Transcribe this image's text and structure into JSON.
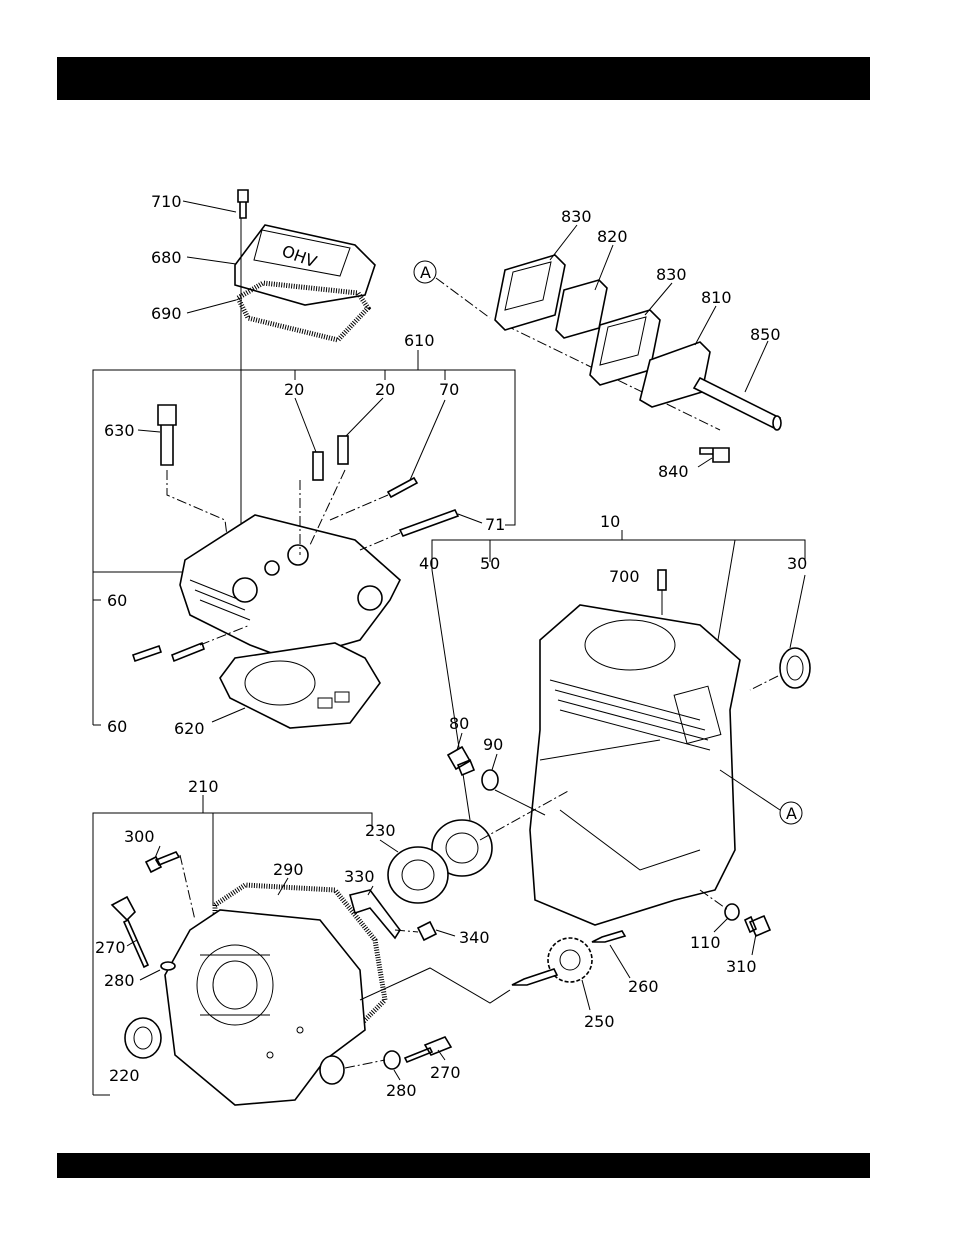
{
  "header": {
    "title": ""
  },
  "footer": {
    "text": ""
  },
  "labels": {
    "l710": "710",
    "l680": "680",
    "l690": "690",
    "l610": "610",
    "l630": "630",
    "l20a": "20",
    "l20b": "20",
    "l70": "70",
    "l71": "71",
    "l60a": "60",
    "l60b": "60",
    "l620": "620",
    "l830a": "830",
    "l820": "820",
    "l830b": "830",
    "l810": "810",
    "l850": "850",
    "l840": "840",
    "lA1": "A",
    "lA2": "A",
    "l10": "10",
    "l40": "40",
    "l50": "50",
    "l700": "700",
    "l30": "30",
    "l80": "80",
    "l90": "90",
    "l210": "210",
    "l300": "300",
    "l230": "230",
    "l290": "290",
    "l330": "330",
    "l340": "340",
    "l270a": "270",
    "l280a": "280",
    "l220": "220",
    "l280b": "280",
    "l270b": "270",
    "l250": "250",
    "l260": "260",
    "l110": "110",
    "l310": "310"
  },
  "cover_text": "OHV"
}
